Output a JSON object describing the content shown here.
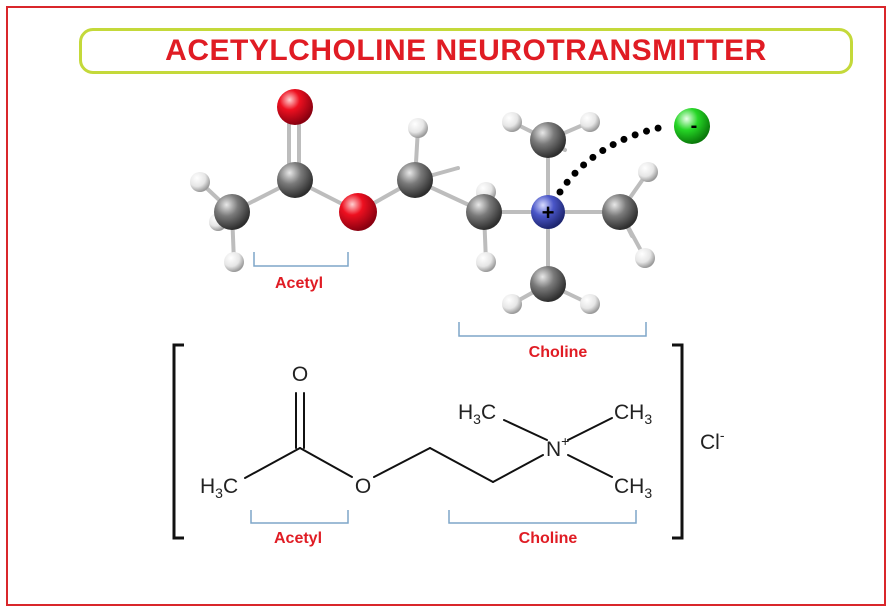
{
  "title": "ACETYLCHOLINE NEUROTRANSMITTER",
  "model_3d": {
    "acetyl_label": "Acetyl",
    "choline_label": "Choline",
    "cation_charge": "+",
    "anion_charge": "-"
  },
  "formula_2d": {
    "oxygen_carbonyl": "O",
    "oxygen_ester": "O",
    "methyl_left": {
      "main": "H",
      "sub": "3",
      "tail": "C"
    },
    "methyl_top_left": {
      "main": "H",
      "sub": "3",
      "tail": "C"
    },
    "methyl_right_top": {
      "main": "CH",
      "sub": "3"
    },
    "methyl_right_bottom": {
      "main": "CH",
      "sub": "3"
    },
    "nitrogen": "N",
    "nitrogen_charge": "+",
    "chloride": "Cl",
    "chloride_charge": "-",
    "acetyl_label": "Acetyl",
    "choline_label": "Choline"
  },
  "colors": {
    "title_red": "#e01c24",
    "title_border": "#c4d93a",
    "frame": "#d9262b",
    "carbon": "#555555",
    "hydrogen": "#e8e8e8",
    "oxygen": "#e3101f",
    "nitrogen": "#4a56c8",
    "chloride": "#22cc22",
    "bracket_blue": "#7ea6c9"
  }
}
